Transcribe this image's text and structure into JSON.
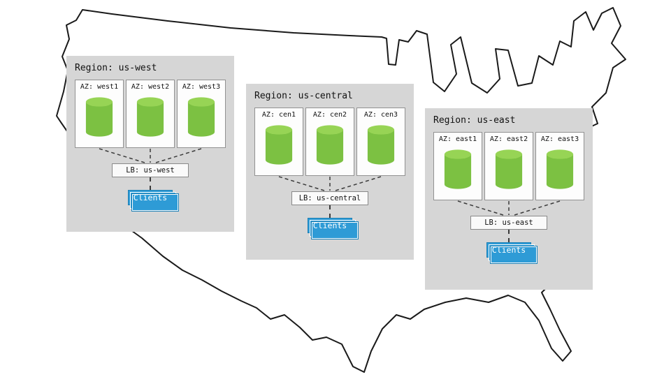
{
  "regions": [
    {
      "title": "Region: us-west",
      "azs": [
        "AZ: west1",
        "AZ: west2",
        "AZ: west3"
      ],
      "lb": "LB: us-west",
      "clients": "Clients"
    },
    {
      "title": "Region: us-central",
      "azs": [
        "AZ: cen1",
        "AZ: cen2",
        "AZ: cen3"
      ],
      "lb": "LB: us-central",
      "clients": "Clients"
    },
    {
      "title": "Region: us-east",
      "azs": [
        "AZ: east1",
        "AZ: east2",
        "AZ: east3"
      ],
      "lb": "LB: us-east",
      "clients": "Clients"
    }
  ],
  "colors": {
    "cylinder_body": "#7CC142",
    "cylinder_top": "#97D455",
    "clients_fill": "#2E9BD6",
    "panel_bg": "#D6D6D6",
    "outline": "#1A1A1A"
  },
  "map": {
    "label": "united-states-outline"
  }
}
